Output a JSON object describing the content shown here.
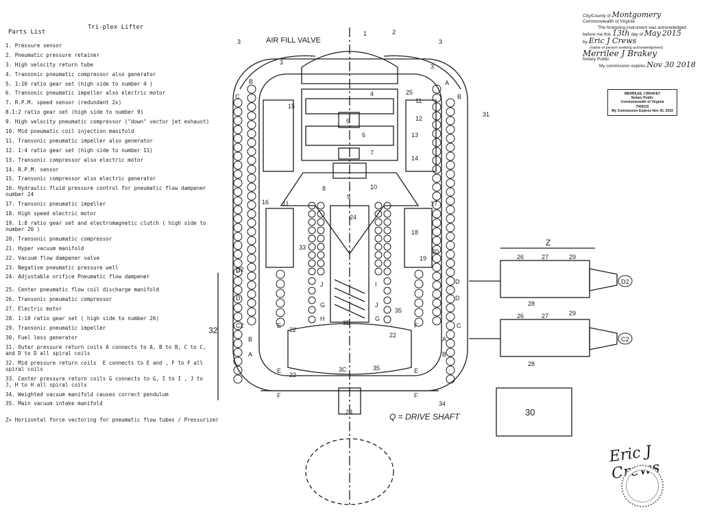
{
  "document": {
    "title": "Tri-plex Lifter",
    "parts_heading": "Parts List",
    "parts": [
      "1. Pressure sensor",
      "2. Pneumatic pressure retainer",
      "3. High velocity return tube",
      "4. Transonic pneumatic compressor also generator",
      "5. 1:10 ratio gear set (high side to number 4 )",
      "6. Transonic pneumatic impeller also electric motor",
      "7. R.P.M. speed sensor (redundant 2x)",
      "8.1:2 ratio gear set (high side to number 9)",
      "9. High velocity pneumatic compressor (\"down\" vector jet exhaust)",
      "10. Mid pneumatic coil injection manifold",
      "11. Transonic pneumatic impeller also generator",
      "12. 1:4 ratio gear set (high side to number 11)",
      "13. Transonic compressor also electric motor",
      "14. R.P.M. sensor",
      "15. Transonic compressor also electric generator",
      "16. Hydraulic fluid pressure control for pneumatic flow dampener number 24",
      "17. Transonic pneumatic impeller",
      "18. High speed electric motor",
      "19. 1:8 ratio gear set and electromagnetic clutch ( high side to number 20 )",
      "20. Transonic pneumatic compressor",
      "21. Hyper vacuum manifold",
      "22. Vacuum flow dampener valve",
      "23. Negative pneumatic pressure well",
      "24. Adjustable orifice Pneumatic flow dampener",
      "25. Center pneumatic flow coil discharge manifold",
      "26. Transonic pneumatic compressor",
      "27. Electric motor",
      "28. 1:10 ratio gear set ( high side to number 26)",
      "29. Transonic pneumatic impeller",
      "30. Fuel less generator",
      "31. Outer pressure return coils A connects to A, B to B, C to C, and D to D all spiral coils",
      "32. Mid pressure return coils  E connects to E and , F to F all spiral coils",
      "33. Center pressure return coils G connects to G, I to I , J to J, H to H all spiral coils",
      "34. Weighted vacuum manifold causes correct pendulum",
      "35. Main vacuum intake manifold"
    ],
    "footnote": "Z= Horizontal force vectoring for pneumatic flow tubes / Pressurizer"
  },
  "notary": {
    "city_label": "City/County of",
    "city_value": "Montgomery",
    "commonwealth": "Commonwealth of Virginia",
    "ack_line1": "The foregoing instrument was acknowledged",
    "ack_line2_prefix": "before me this",
    "ack_day": "13th",
    "ack_day_label": "day of",
    "ack_month": "May",
    "ack_year": "2015",
    "by_label": "by",
    "by_value": "Eric J Crews",
    "name_caption": "(name of person seeking acknowledgment)",
    "notary_signature": "Merrilee J Brakey",
    "notary_public": "Notary Public",
    "commission_label": "My commission expires",
    "commission_value": "Nov 30 2018",
    "stamp": {
      "name": "MERRILEE J BRAKEY",
      "title": "Notary Public",
      "state": "Commonwealth of Virginia",
      "reg_no": "7569115",
      "expires": "My Commission Expires Nov 30, 2018"
    }
  },
  "diagram": {
    "air_fill_label": "AIR FILL VALVE",
    "drive_shaft_label": "Q = DRIVE SHAFT",
    "box_30_label": "30",
    "dim_z": "Z",
    "dim_32": "32",
    "port_d2": "D2",
    "port_c2": "C2",
    "callouts": [
      "1",
      "2",
      "3",
      "3",
      "3",
      "3",
      "4",
      "25",
      "5",
      "6",
      "7",
      "8",
      "9",
      "10",
      "11",
      "11",
      "12",
      "13",
      "14",
      "15",
      "16",
      "17",
      "18",
      "19",
      "20",
      "24",
      "33",
      "35",
      "3D",
      "3C",
      "22",
      "22",
      "22",
      "35",
      "23",
      "34",
      "26",
      "27",
      "29",
      "28",
      "26",
      "27",
      "29",
      "28",
      "31"
    ],
    "coil_letters": [
      "A",
      "B",
      "C",
      "D",
      "E",
      "F",
      "G",
      "H",
      "I",
      "J"
    ]
  },
  "signature": {
    "text": "Eric J Crews"
  }
}
